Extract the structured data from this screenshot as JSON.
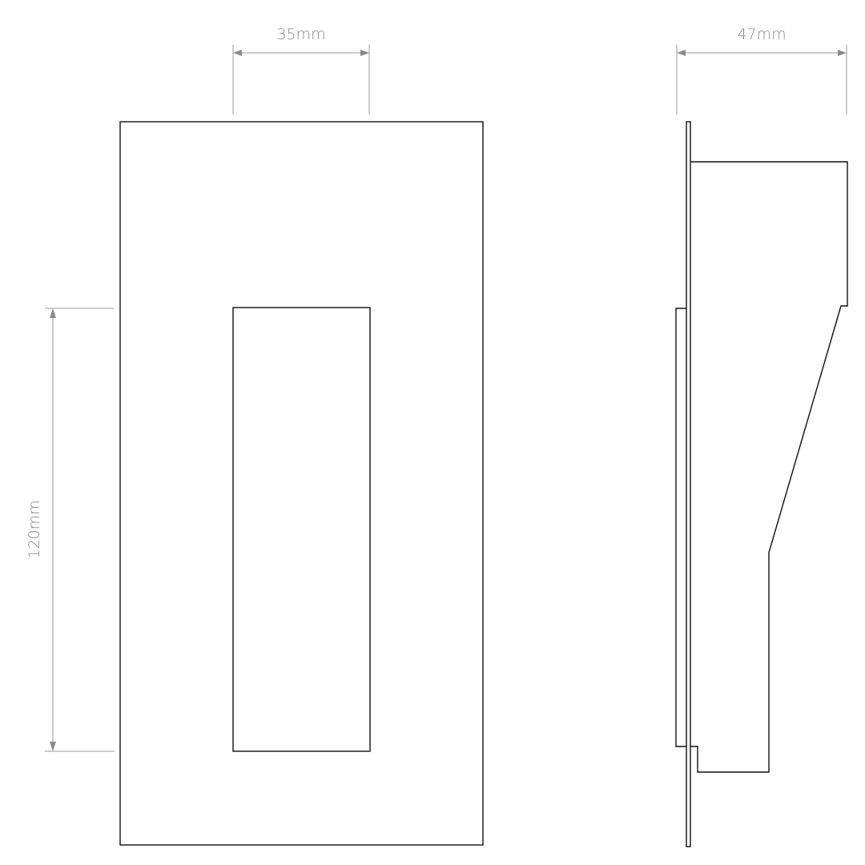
{
  "dimensions": {
    "width": "35mm",
    "depth": "47mm",
    "height": "120mm"
  },
  "colors": {
    "outline": "#111111",
    "dimension": "#8a8a8a"
  }
}
